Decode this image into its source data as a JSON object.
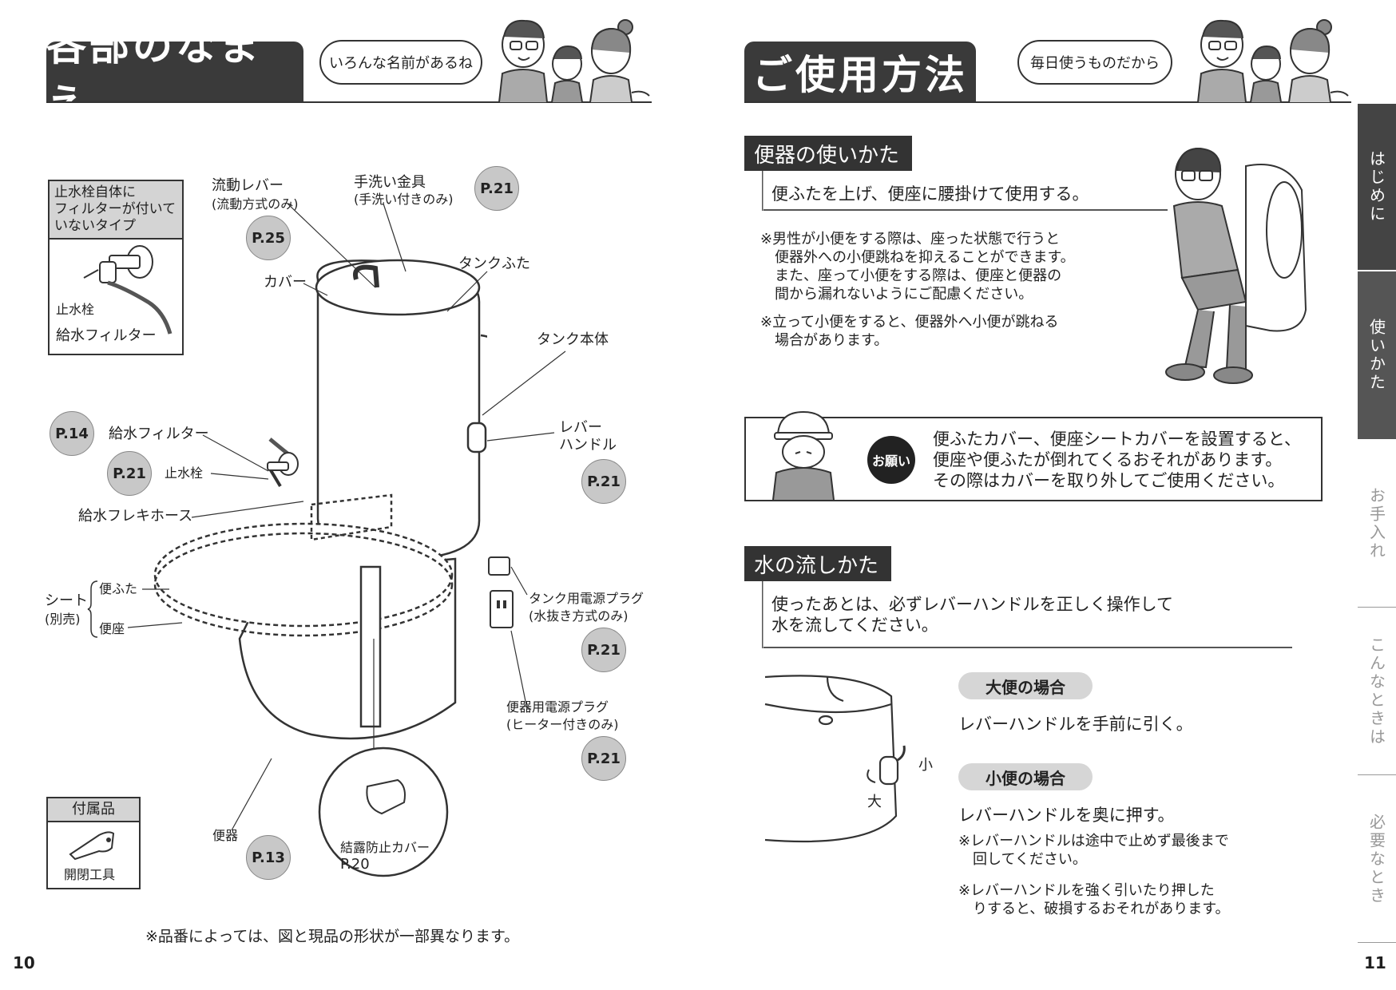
{
  "left": {
    "title": "各部のなまえ",
    "bubble": "いろんな名前があるね",
    "filter_box": {
      "heading": "止水栓自体に\nフィルターが付いて\nいないタイプ",
      "valve_label": "止水栓",
      "filter_label": "給水フィルター"
    },
    "labels": {
      "flush_lever": "流動レバー",
      "flush_lever_note": "(流動方式のみ)",
      "handwash": "手洗い金具",
      "handwash_note": "(手洗い付きのみ)",
      "cover": "カバー",
      "tank_lid": "タンクふた",
      "tank_body": "タンク本体",
      "lever_handle_1": "レバー",
      "lever_handle_2": "ハンドル",
      "supply_filter": "給水フィルター",
      "shutoff_valve": "止水栓",
      "flex_hose": "給水フレキホース",
      "seat": "シート",
      "seat_note": "(別売)",
      "lid": "便ふた",
      "seat_ring": "便座",
      "tank_plug": "タンク用電源プラグ",
      "tank_plug_note": "(水抜き方式のみ)",
      "bowl_plug": "便器用電源プラグ",
      "bowl_plug_note": "(ヒーター付きのみ)",
      "bowl": "便器",
      "condensation_cover": "結露防止カバー",
      "condensation_page": "P.20"
    },
    "refs": {
      "handwash": "P.21",
      "flush_lever": "P.25",
      "supply_filter": "P.14",
      "shutoff_valve": "P.21",
      "lever_handle": "P.21",
      "tank_plug": "P.21",
      "bowl_plug": "P.21",
      "bowl": "P.13"
    },
    "accessory": {
      "heading": "付属品",
      "item": "開閉工具"
    },
    "footnote": "※品番によっては、図と現品の形状が一部異なります。",
    "page_number": "10"
  },
  "right": {
    "title": "ご使用方法",
    "bubble": "毎日使うものだから",
    "usage": {
      "heading": "便器の使いかた",
      "lead": "便ふたを上げ、便座に腰掛けて使用する。",
      "note1": "※男性が小便をする際は、座った状態で行うと\n　便器外への小便跳ねを抑えることができます。\n　また、座って小便をする際は、便座と便器の\n　間から漏れないようにご配慮ください。",
      "note2": "※立って小便をすると、便器外へ小便が跳ねる\n　場合があります。"
    },
    "request": {
      "badge": "お願い",
      "text": "便ふたカバー、便座シートカバーを設置すると、\n便座や便ふたが倒れてくるおそれがあります。\nその際はカバーを取り外してご使用ください。"
    },
    "flush": {
      "heading": "水の流しかた",
      "lead": "使ったあとは、必ずレバーハンドルを正しく操作して\n水を流してください。",
      "large_pill": "大便の場合",
      "large_text": "レバーハンドルを手前に引く。",
      "small_pill": "小便の場合",
      "small_text": "レバーハンドルを奥に押す。",
      "note1": "※レバーハンドルは途中で止めず最後まで\n　回してください。",
      "note2": "※レバーハンドルを強く引いたり押した\n　りすると、破損するおそれがあります。",
      "mark_small": "小",
      "mark_large": "大"
    },
    "tabs": [
      "はじめに",
      "使いかた",
      "お手入れ",
      "こんなときは",
      "必要なとき"
    ],
    "page_number": "11"
  }
}
